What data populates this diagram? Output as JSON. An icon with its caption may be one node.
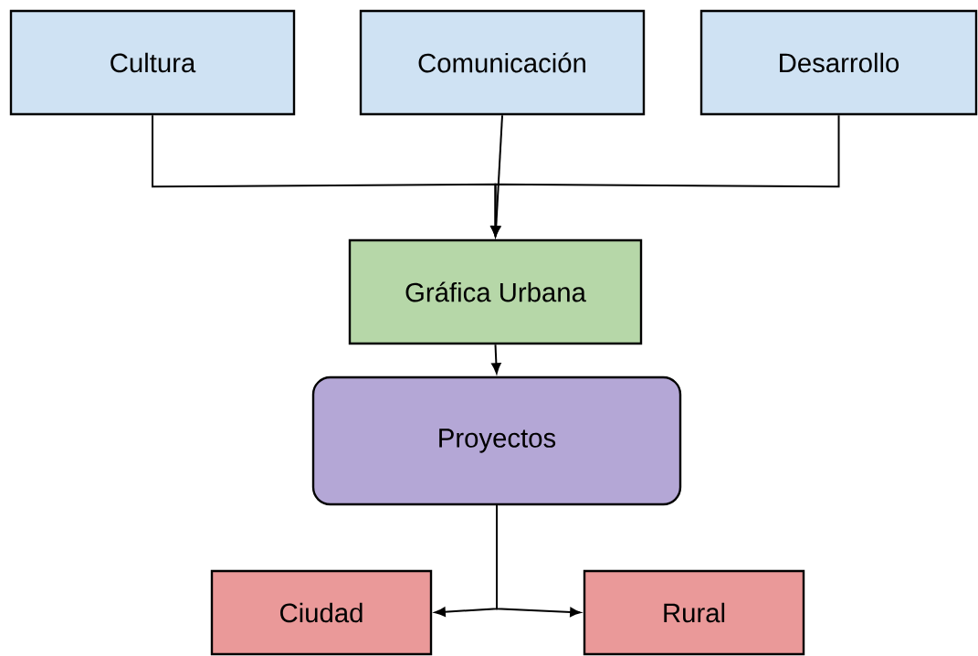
{
  "diagram": {
    "nodes": [
      {
        "text": [
          "Cultura"
        ]
      },
      {
        "text": [
          "Comunicación"
        ]
      },
      {
        "text": [
          "Desarrollo"
        ]
      },
      {
        "text": [
          "Gráfica Urbana"
        ]
      },
      {
        "text": [
          "Proyectos"
        ]
      },
      {
        "text": [
          "Ciudad"
        ]
      },
      {
        "text": [
          "Rural"
        ]
      }
    ],
    "edges": [
      {
        "from": 0,
        "to": 3,
        "arrow": "to"
      },
      {
        "from": 1,
        "to": 3,
        "arrow": "to"
      },
      {
        "from": 2,
        "to": 3,
        "arrow": "to"
      },
      {
        "from": 3,
        "to": 4,
        "arrow": "to"
      },
      {
        "from": 4,
        "to": 5,
        "arrow": "to"
      },
      {
        "from": 4,
        "to": 6,
        "arrow": "to"
      }
    ]
  }
}
